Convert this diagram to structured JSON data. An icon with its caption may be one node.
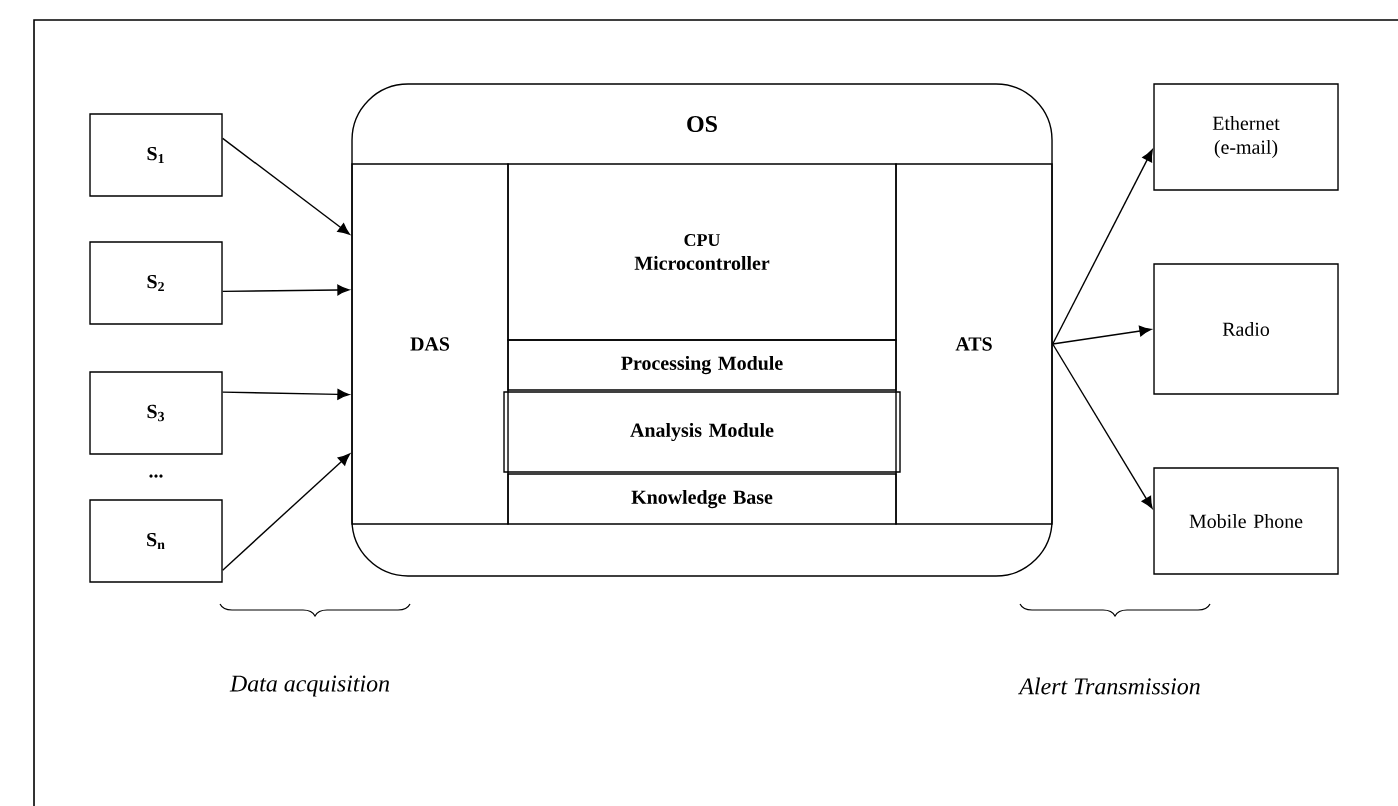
{
  "diagram": {
    "nodes": [
      {
        "text": [
          "OS"
        ]
      },
      {
        "text": [
          "DAS"
        ],
        "in": 0
      },
      {
        "text": [
          "CPU",
          "Microcontroller"
        ],
        "in": 0
      },
      {
        "text": [
          "Processing Module"
        ],
        "in": 0
      },
      {
        "text": [
          "Analysis Module"
        ],
        "in": 0
      },
      {
        "text": [
          "Knowledge Base"
        ],
        "in": 0
      },
      {
        "text": [
          "ATS"
        ],
        "in": 0
      },
      {
        "text": [
          "S$_{1}$"
        ]
      },
      {
        "text": [
          "S$_{2}$"
        ]
      },
      {
        "text": [
          "S$_{3}$"
        ]
      },
      {
        "text": [
          "S$_{n}$"
        ]
      },
      {
        "text": [
          "Ethernet (e-mail)"
        ]
      },
      {
        "text": [
          "Radio"
        ]
      },
      {
        "text": [
          "Mobile Phone"
        ]
      }
    ],
    "edges": [
      {
        "from": 7,
        "to": 1,
        "arrow": "to"
      },
      {
        "from": 8,
        "to": 1,
        "arrow": "to"
      },
      {
        "from": 9,
        "to": 1,
        "arrow": "to"
      },
      {
        "from": 10,
        "to": 1,
        "arrow": "to"
      },
      {
        "from": 6,
        "to": 11,
        "arrow": "to"
      },
      {
        "from": 6,
        "to": 12,
        "arrow": "to"
      },
      {
        "from": 6,
        "to": 13,
        "arrow": "to"
      }
    ],
    "labels": [
      "...",
      "Data acquisition",
      "Alert Transmission"
    ]
  }
}
